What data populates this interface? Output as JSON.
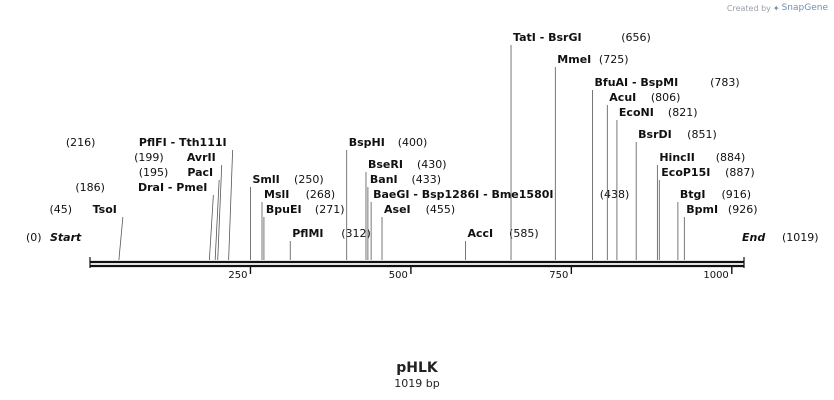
{
  "credit": {
    "prefix": "Created by",
    "brand": "SnapGene"
  },
  "map": {
    "name": "pHLK",
    "length_label": "1019 bp",
    "length": 1019,
    "start_label": "Start",
    "end_label": "End",
    "start_pos": "(0)",
    "end_pos": "(1019)",
    "ticks": [
      {
        "value": 250,
        "label": "250"
      },
      {
        "value": 500,
        "label": "500"
      },
      {
        "value": 750,
        "label": "750"
      },
      {
        "value": 1000,
        "label": "1000"
      }
    ],
    "sites": [
      {
        "names": "TsoI",
        "pos": "(45)",
        "site": 45
      },
      {
        "names": "DraI  - PmeI",
        "pos": "(186)",
        "site": 186
      },
      {
        "names": "PacI",
        "pos": "(195)",
        "site": 195
      },
      {
        "names": "AvrII",
        "pos": "(199)",
        "site": 199
      },
      {
        "names": "PflFI  - Tth111I",
        "pos": "(216)",
        "site": 216
      },
      {
        "names": "SmlI",
        "pos": "(250)",
        "site": 250
      },
      {
        "names": "MslI",
        "pos": "(268)",
        "site": 268
      },
      {
        "names": "BpuEI",
        "pos": "(271)",
        "site": 271
      },
      {
        "names": "PflMI",
        "pos": "(312)",
        "site": 312
      },
      {
        "names": "BspHI",
        "pos": "(400)",
        "site": 400
      },
      {
        "names": "BseRI",
        "pos": "(430)",
        "site": 430
      },
      {
        "names": "BanI",
        "pos": "(433)",
        "site": 433
      },
      {
        "names": "BaeGI  - Bsp1286I  - Bme1580I",
        "pos": "(438)",
        "site": 438
      },
      {
        "names": "AseI",
        "pos": "(455)",
        "site": 455
      },
      {
        "names": "AccI",
        "pos": "(585)",
        "site": 585
      },
      {
        "names": "TatI  - BsrGI",
        "pos": "(656)",
        "site": 656
      },
      {
        "names": "MmeI",
        "pos": "(725)",
        "site": 725
      },
      {
        "names": "BfuAI  - BspMI",
        "pos": "(783)",
        "site": 783
      },
      {
        "names": "AcuI",
        "pos": "(806)",
        "site": 806
      },
      {
        "names": "EcoNI",
        "pos": "(821)",
        "site": 821
      },
      {
        "names": "BsrDI",
        "pos": "(851)",
        "site": 851
      },
      {
        "names": "HincII",
        "pos": "(884)",
        "site": 884
      },
      {
        "names": "EcoP15I",
        "pos": "(887)",
        "site": 887
      },
      {
        "names": "BtgI",
        "pos": "(916)",
        "site": 916
      },
      {
        "names": "BpmI",
        "pos": "(926)",
        "site": 926
      }
    ]
  }
}
